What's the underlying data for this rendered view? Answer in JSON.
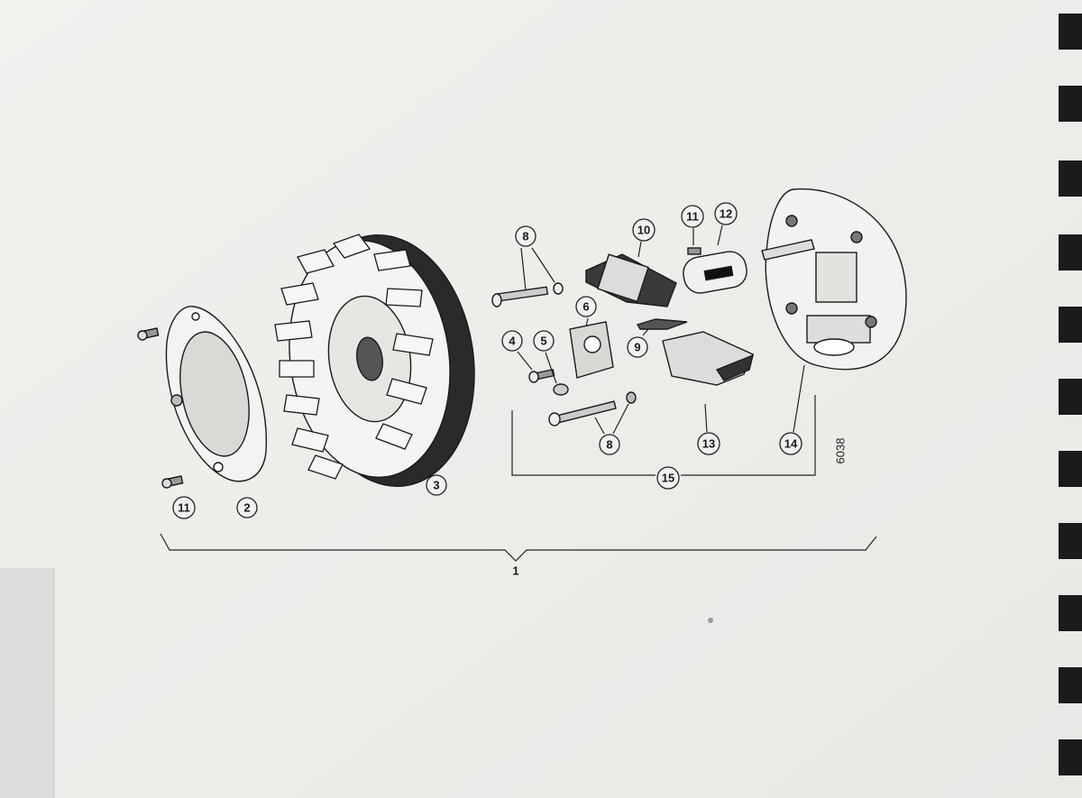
{
  "figure": {
    "drawing_number": "6038",
    "callouts": {
      "c1": "1",
      "c2": "2",
      "c3": "3",
      "c4": "4",
      "c5": "5",
      "c6": "6",
      "c8a": "8",
      "c8b": "8",
      "c9": "9",
      "c10": "10",
      "c11a": "11",
      "c11b": "11",
      "c12": "12",
      "c13": "13",
      "c14": "14",
      "c15": "15"
    }
  }
}
